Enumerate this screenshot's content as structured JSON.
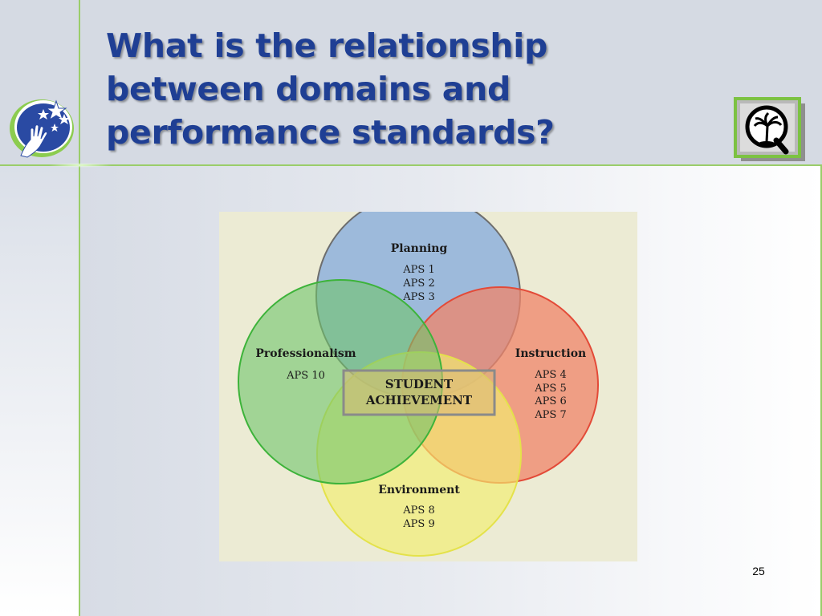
{
  "slide": {
    "title_lines": [
      "What is the relationship",
      "between domains and",
      "performance standards?"
    ],
    "slide_number": "25"
  },
  "diagram": {
    "center_label_lines": [
      "STUDENT",
      "ACHIEVEMENT"
    ],
    "domains": [
      {
        "name": "Planning",
        "standards": [
          "APS 1",
          "APS 2",
          "APS 3"
        ],
        "color": "#8fb1dc"
      },
      {
        "name": "Professionalism",
        "standards": [
          "APS 10"
        ],
        "color": "#8ccf7e"
      },
      {
        "name": "Instruction",
        "standards": [
          "APS 4",
          "APS 5",
          "APS 6",
          "APS 7"
        ],
        "color": "#f0846a"
      },
      {
        "name": "Environment",
        "standards": [
          "APS 8",
          "APS 9"
        ],
        "color": "#eeee88"
      }
    ]
  },
  "colors": {
    "title": "#1f3f94",
    "accent_line": "#9acd6a",
    "diagram_background": "#ecebd4"
  },
  "icons": {
    "left_logo": "stars-hand-logo-icon",
    "right_logo": "q-palm-tree-logo-icon"
  }
}
